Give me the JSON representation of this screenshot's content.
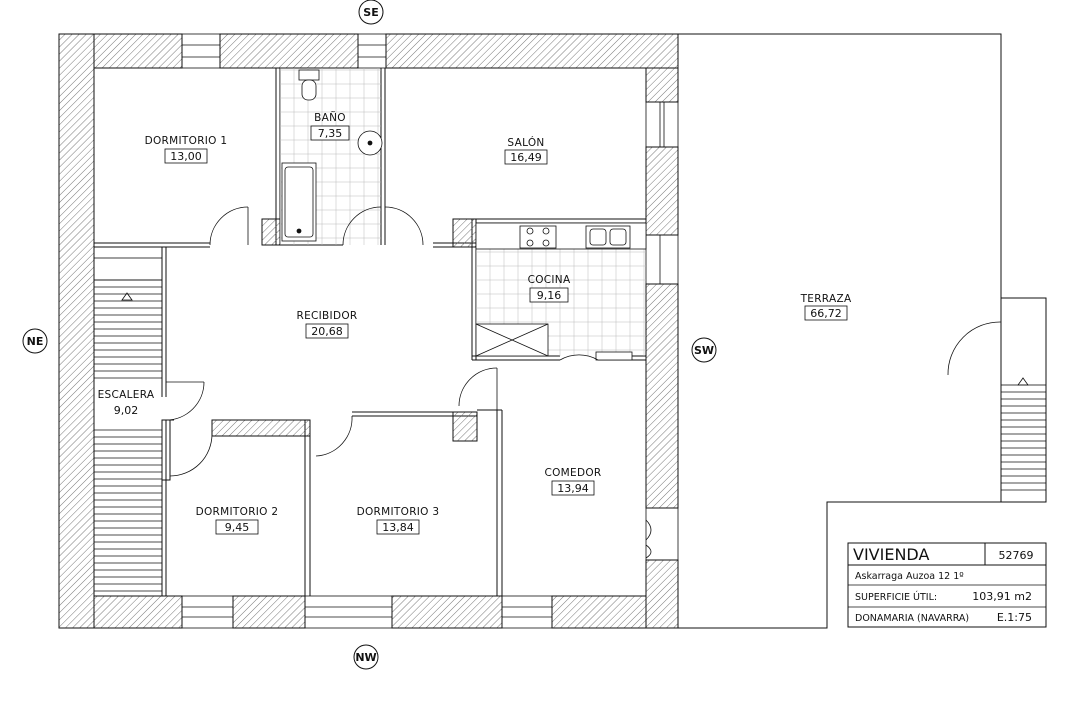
{
  "orientation": {
    "north_top": "SE",
    "west_left": "NE",
    "south_bottom": "NW",
    "east_right": "SW"
  },
  "rooms": {
    "dormitorio1": {
      "name": "DORMITORIO 1",
      "area": "13,00"
    },
    "bano": {
      "name": "BAÑO",
      "area": "7,35"
    },
    "salon": {
      "name": "SALÓN",
      "area": "16,49"
    },
    "cocina": {
      "name": "COCINA",
      "area": "9,16"
    },
    "recibidor": {
      "name": "RECIBIDOR",
      "area": "20,68"
    },
    "escalera": {
      "name": "ESCALERA",
      "area": "9,02"
    },
    "dormitorio2": {
      "name": "DORMITORIO 2",
      "area": "9,45"
    },
    "dormitorio3": {
      "name": "DORMITORIO 3",
      "area": "13,84"
    },
    "comedor": {
      "name": "COMEDOR",
      "area": "13,94"
    },
    "terraza": {
      "name": "TERRAZA",
      "area": "66,72"
    }
  },
  "title_block": {
    "title": "VIVIENDA",
    "code": "52769",
    "address": "Askarraga Auzoa 12 1º",
    "surface_label": "SUPERFICIE ÚTIL:",
    "surface_value": "103,91 m2",
    "location": "DONAMARIA (NAVARRA)",
    "scale": "E.1:75"
  },
  "colors": {
    "line": "#111111",
    "hatch": "#444444",
    "background": "#ffffff"
  }
}
